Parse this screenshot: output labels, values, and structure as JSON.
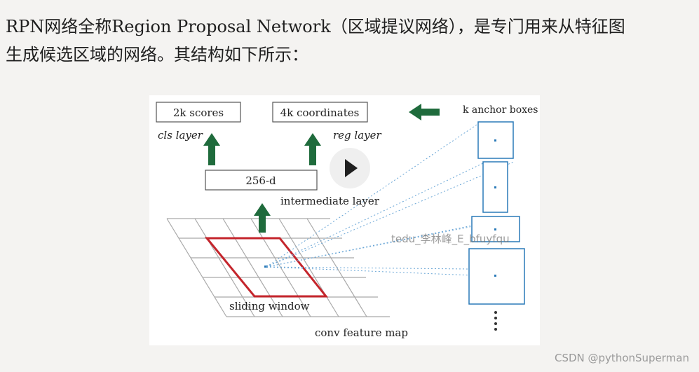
{
  "article": {
    "paragraph_line1": "RPN网络全称Region Proposal Network（区域提议网络），是专门用来从特征图",
    "paragraph_line2": "生成候选区域的网络。其结构如下所示："
  },
  "figure": {
    "cls_box": "2k scores",
    "reg_box": "4k coordinates",
    "cls_layer_label": "cls layer",
    "reg_layer_label": "reg layer",
    "intermediate_box": "256-d",
    "intermediate_label": "intermediate layer",
    "sliding_window_label": "sliding window",
    "feature_map_label": "conv feature map",
    "anchor_label": "k anchor boxes",
    "colors": {
      "arrow": "#1f6b3c",
      "window": "#c4252c",
      "grid": "#a9a9a9",
      "anchor": "#2a7ab8"
    }
  },
  "overlay": {
    "watermark": "tedu_李林峰_E_bfuyfqu",
    "play_icon": "play-icon"
  },
  "footer": {
    "credit": "CSDN @pythonSuperman"
  }
}
